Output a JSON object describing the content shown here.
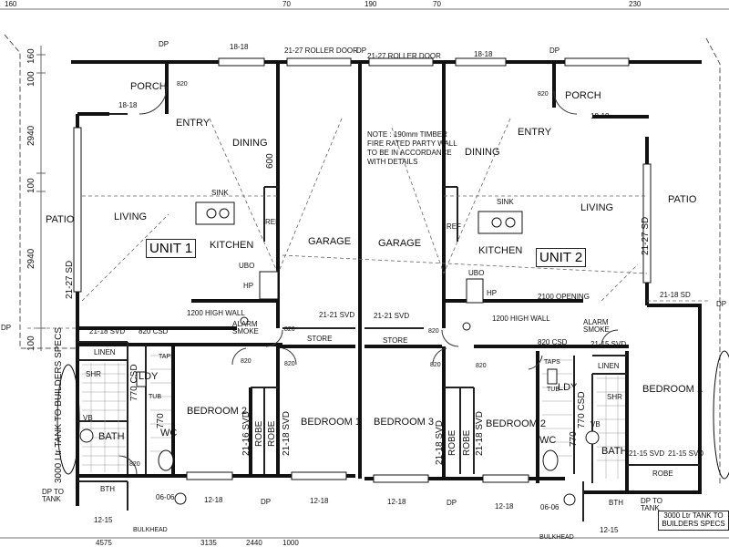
{
  "dims_top": [
    "160",
    "70",
    "190",
    "70",
    "230"
  ],
  "dims_bottom": [
    "4575",
    "3135",
    "2440",
    "1000"
  ],
  "dims_left": [
    "160",
    "100",
    "2940",
    "100",
    "2940",
    "100"
  ],
  "unit1": {
    "title": "UNIT 1",
    "rooms": {
      "porch": "PORCH",
      "entry": "ENTRY",
      "dining": "DINING",
      "living": "LIVING",
      "kitchen": "KITCHEN",
      "patio": "PATIO",
      "garage": "GARAGE",
      "linen": "LINEN",
      "shr": "SHR",
      "ldy": "LDY",
      "bath": "BATH",
      "wc": "WC",
      "bedroom2": "BEDROOM 2",
      "bedroom1": "BEDROOM 1",
      "robe": "ROBE",
      "store": "STORE",
      "bth": "BTH"
    },
    "fixtures": {
      "sink": "SINK",
      "ref": "REF",
      "ubo": "UBO",
      "hp": "HP",
      "vb": "VB",
      "alarm": "ALARM\nSMOKE",
      "taps": "TAPS",
      "tub": "TUB"
    },
    "labels": {
      "dp_porch": "DP",
      "win_porch": "18-18",
      "win_entry": "18-18",
      "d820a": "820",
      "d600": "600",
      "sd_patio": "21-27 SD",
      "svd_1818": "21-18 SVD",
      "csd": "820 CSD",
      "highwall": "1200 HIGH WALL",
      "svd_2121": "21-21 SVD",
      "d820b": "820",
      "d820c": "820",
      "d820d": "820",
      "svd_1618": "21-16 SVD",
      "svd_1818b": "21-18 SVD",
      "d770": "770 CSD",
      "d770b": "770",
      "d820e": "820",
      "w0606": "06-06",
      "w1218a": "12-18",
      "w1218b": "12-18",
      "w1215": "12-15",
      "dp_tank": "DP TO\nTANK",
      "bulkhead": "BULKHEAD",
      "tank": "3000 Ltr TANK\nTO BUILDERS SPECS",
      "dp_bottom": "DP",
      "roller": "21-27 ROLLER DOOR"
    }
  },
  "unit2": {
    "title": "UNIT 2",
    "rooms": {
      "porch": "PORCH",
      "entry": "ENTRY",
      "dining": "DINING",
      "living": "LIVING",
      "kitchen": "KITCHEN",
      "patio": "PATIO",
      "garage": "GARAGE",
      "linen": "LINEN",
      "shr": "SHR",
      "ldy": "LDY",
      "bath": "BATH",
      "wc": "WC",
      "bedroom2": "BEDROOM 2",
      "bedroom1": "BEDROOM 1",
      "bedroom3": "BEDROOM 3",
      "robe": "ROBE",
      "robe2": "ROBE",
      "store": "STORE",
      "bth": "BTH"
    },
    "fixtures": {
      "sink": "SINK",
      "ref": "REF",
      "ubo": "UBO",
      "hp": "HP",
      "vb": "VB",
      "alarm": "ALARM\nSMOKE",
      "taps": "TAPS",
      "tub": "TUB"
    },
    "labels": {
      "dp_porch": "DP",
      "win_porch": "18-18",
      "win_entry": "18-18",
      "d820a": "820",
      "sd_patio": "21-27 SD",
      "sd_1818": "21-18 SD",
      "opening": "2100 OPENING",
      "svd_1515": "21-15 SVD",
      "csd": "820 CSD",
      "highwall": "1200 HIGH WALL",
      "svd_2121": "21-21 SVD",
      "d820b": "820",
      "d820c": "820",
      "d820d": "820",
      "svd_1818": "21-18 SVD",
      "svd_1818b": "21-18 SVD",
      "d770": "770 CSD",
      "d770b": "770",
      "svd_1515b": "21-15 SVD",
      "svd_1515c": "21-15 SVD",
      "w0606": "06-06",
      "w1218a": "12-18",
      "w1218b": "12-18",
      "w1215": "12-15",
      "dp_tank": "DP TO\nTANK",
      "bulkhead": "BULKHEAD",
      "tank": "3000 Ltr TANK\nTO BUILDERS SPECS",
      "dp_bottom": "DP",
      "roller": "21-27 ROLLER DOOR"
    }
  },
  "common": {
    "dp_top": "DP",
    "note": "NOTE : 190mm TIMBER\nFIRE RATED PARTY WALL\nTO BE IN ACCORDANCE\nWITH DETAILS",
    "dp_right": "DP",
    "dp_left": "DP"
  },
  "colors": {
    "wall": "#111111",
    "line": "#333333",
    "dash": "#666666",
    "tile": "#888888"
  }
}
